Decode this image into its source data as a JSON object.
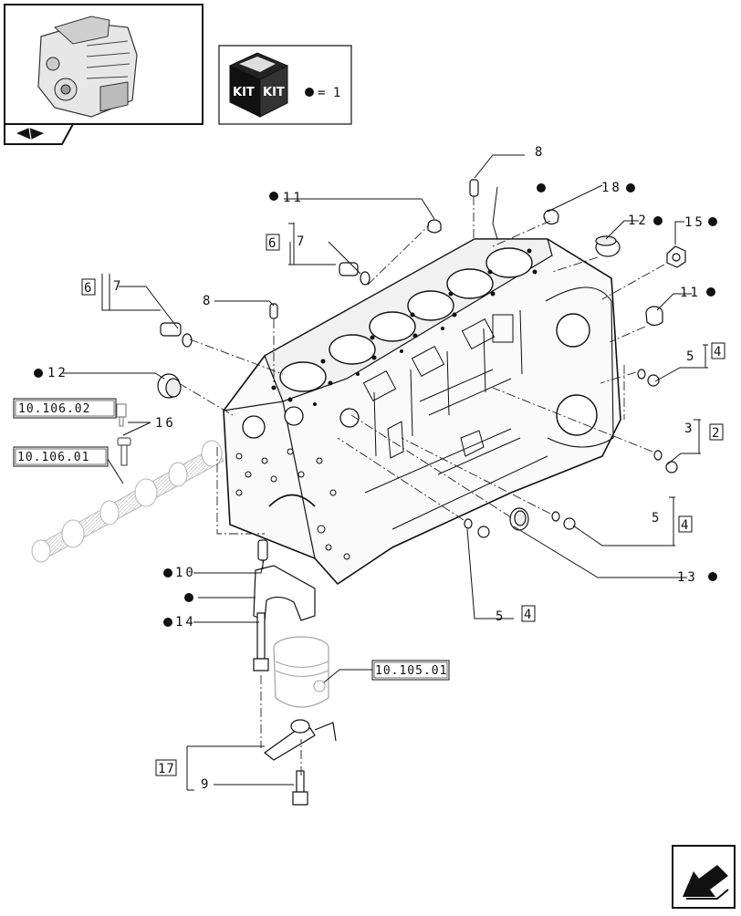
{
  "kit_legend": {
    "kit_word_left": "KIT",
    "kit_word_right": "KIT",
    "equals_text": "= 1"
  },
  "callouts": {
    "p8_top": "8",
    "p18": "18",
    "p11_top": "11",
    "p12_top": "12",
    "p15": "15",
    "p7_upper": "7",
    "p6_upper": "6",
    "p7_left": "7",
    "p6_left": "6",
    "p8_mid": "8",
    "p11_right": "11",
    "p5_r1": "5",
    "p4_r1": "4",
    "p12_left": "12",
    "p16": "16",
    "p3": "3",
    "p2": "2",
    "p5_r2": "5",
    "p4_r2": "4",
    "p10": "10",
    "p13": "13",
    "p5_bottom": "5",
    "p4_bottom": "4",
    "p14": "14",
    "p17": "17",
    "p9": "9"
  },
  "references": {
    "ref_camshaft_bolt": "10.106.02",
    "ref_camshaft": "10.106.01",
    "ref_piston": "10.105.01"
  },
  "icons": [
    "engine-thumbnail-icon",
    "kit-box-icon",
    "kit-bullet-icon",
    "book-nav-icon",
    "next-page-arrow-icon"
  ]
}
